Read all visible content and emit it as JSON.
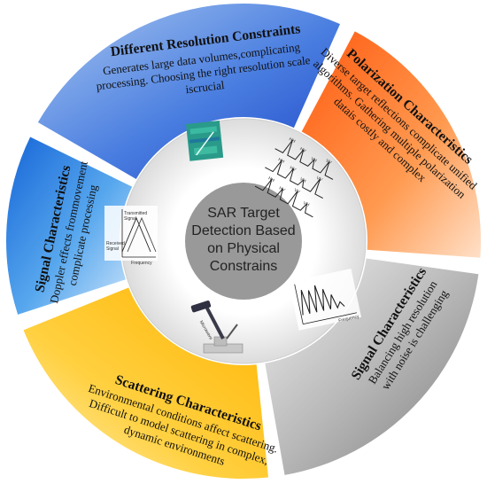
{
  "center": {
    "lines": [
      "SAR Target",
      "Detection Based",
      "on Physical",
      "Constrains"
    ]
  },
  "segments": {
    "resolution": {
      "title": "Different Resolution Constraints",
      "body": [
        "Generates large data volumes,complicating",
        "processing. Choosing the right resolution scale",
        "iscrucial"
      ]
    },
    "polarization": {
      "title": "Polarization Characteristics",
      "body": [
        "Diverse target reflections complicate unified",
        "algorithms. Gathering multiple polarization",
        "datais costly and complex"
      ]
    },
    "signal_right": {
      "title": "Signal Characteristics",
      "body": [
        "Balancing high resolution",
        "with noise is challenging"
      ]
    },
    "scattering": {
      "title": "Scattering Characteristics",
      "body": [
        "Environmental conditions affect scattering.",
        "Difficult to model scattering in complex,",
        "dynamic environments"
      ]
    },
    "signal_left": {
      "title": "Signal Characteristics",
      "body": [
        "Doppler effects frommovement",
        "complicate processing"
      ]
    }
  },
  "mini": {
    "chirp": {
      "y_top": "Transmitted",
      "y_mid": "Signal",
      "y_bot": "Received",
      "y_bot2": "Signal",
      "x": "Frequency"
    },
    "spectrum": {
      "x": "Frequency"
    },
    "instrument": {
      "label": "Microwave"
    },
    "pol": [
      "HH",
      "HV",
      "VH",
      "VV",
      "HH",
      "HV",
      "VH",
      "VV",
      "HH",
      "HV",
      "VV",
      "VH"
    ]
  },
  "colors": {
    "resolution": "#2e5bd6",
    "polarization": "#ff6a1a",
    "signal_right": "#8a8a8a",
    "scattering": "#ffc226",
    "signal_left": "#2f8fe0"
  }
}
